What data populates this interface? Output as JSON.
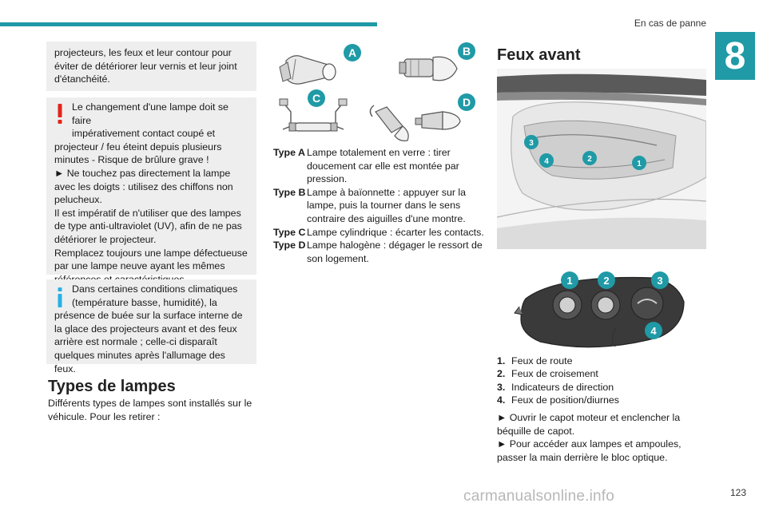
{
  "header": {
    "section_title": "En cas de panne",
    "chapter": "8"
  },
  "page_number": "123",
  "watermark": "carmanualsonline.info",
  "left": {
    "box1": {
      "text": "projecteurs, les feux et leur contour pour éviter de détériorer leur vernis et leur joint d'étanchéité."
    },
    "warning": {
      "line1": "Le changement d'une lampe doit se faire",
      "line2": "impérativement contact coupé et",
      "rest": "projecteur / feu éteint depuis plusieurs minutes - Risque de brûlure grave !",
      "bullet": "► Ne touchez pas directement la lampe avec les doigts : utilisez des chiffons non pelucheux.",
      "p3": "Il est impératif de n'utiliser que des lampes de type anti-ultraviolet (UV), afin de ne pas détériorer le projecteur.",
      "p4": "Remplacez toujours une lampe défectueuse par une lampe neuve ayant les mêmes références et caractéristiques."
    },
    "info": {
      "line1": "Dans certaines conditions climatiques",
      "line2": "(température basse, humidité), la",
      "rest": "présence de buée sur la surface interne de la glace des projecteurs avant et des feux arrière est normale ; celle-ci disparaît quelques minutes après l'allumage des feux."
    },
    "types_heading": "Types de lampes",
    "types_intro": "Différents types de lampes sont installés sur le véhicule. Pour les retirer :"
  },
  "lamp_labels": [
    "A",
    "B",
    "C",
    "D"
  ],
  "lamp_types": [
    {
      "key": "Type A",
      "desc": "Lampe totalement en verre : tirer doucement car elle est montée par pression."
    },
    {
      "key": "Type B",
      "desc": "Lampe à baïonnette : appuyer sur la lampe, puis la tourner dans le sens contraire des aiguilles d'une montre."
    },
    {
      "key": "Type C",
      "desc": "Lampe cylindrique : écarter les contacts."
    },
    {
      "key": "Type D",
      "desc": "Lampe halogène : dégager le ressort de son logement."
    }
  ],
  "right": {
    "heading": "Feux avant",
    "callouts": [
      "1",
      "2",
      "3",
      "4"
    ],
    "items": [
      {
        "num": "1.",
        "label": "Feux de route"
      },
      {
        "num": "2.",
        "label": "Feux de croisement"
      },
      {
        "num": "3.",
        "label": "Indicateurs de direction"
      },
      {
        "num": "4.",
        "label": "Feux de position/diurnes"
      }
    ],
    "instr1": "► Ouvrir le capot moteur et enclencher la béquille de capot.",
    "instr2": "► Pour accéder aux lampes et ampoules, passer la main derrière le bloc optique."
  },
  "colors": {
    "accent": "#1f9aa6",
    "warning": "#e1251b",
    "info": "#29b0e6",
    "box_bg": "#eeeeee"
  }
}
